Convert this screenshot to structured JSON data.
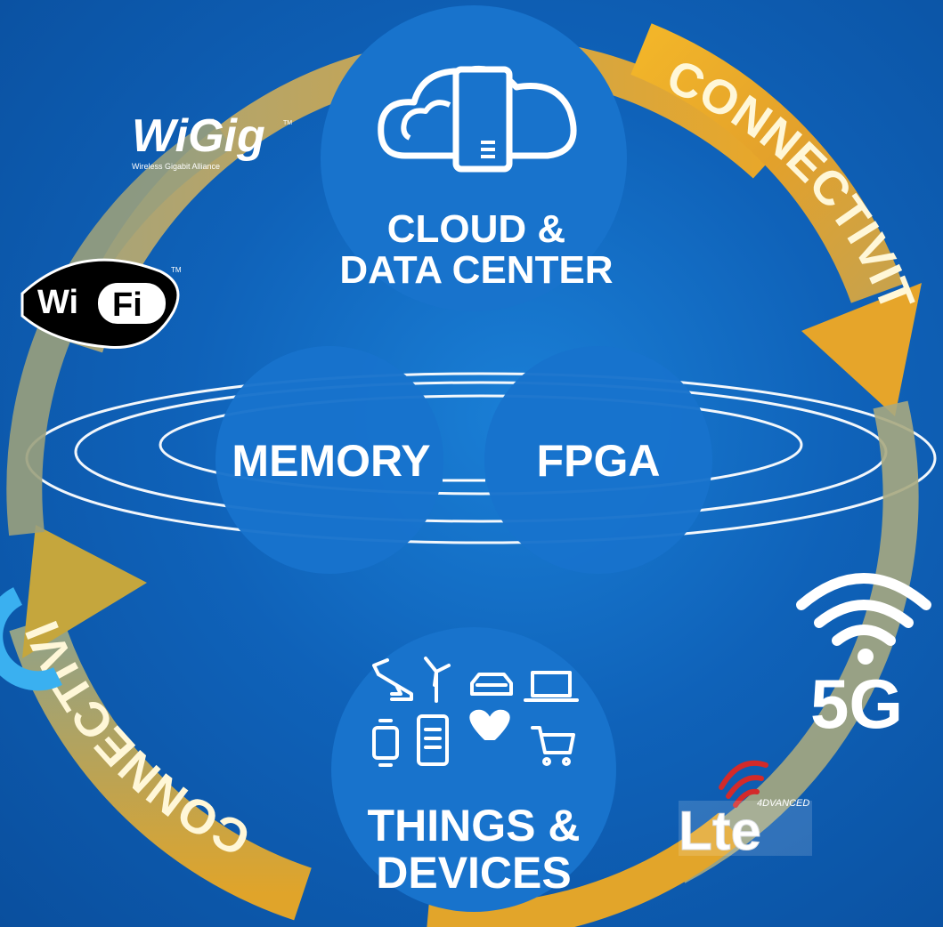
{
  "hubs": {
    "cloud": {
      "line1": "CLOUD &",
      "line2": "DATA CENTER",
      "icon": "cloud-server-icon"
    },
    "memory": {
      "label": "MEMORY"
    },
    "fpga": {
      "label": "FPGA"
    },
    "things": {
      "line1": "THINGS &",
      "line2": "DEVICES",
      "icons": [
        "robot-arm-icon",
        "wind-turbine-icon",
        "car-icon",
        "laptop-icon",
        "smartwatch-icon",
        "tablet-icon",
        "heart-pulse-icon",
        "shopping-cart-icon"
      ]
    }
  },
  "arrows": {
    "right_label": "CONNECTIVITY",
    "left_label": "CONNECTIVITY"
  },
  "logos": {
    "wigig": {
      "text": "WiGig",
      "tagline": "Wireless Gigabit Alliance",
      "tm": "TM"
    },
    "wifi": {
      "left": "Wi",
      "right": "Fi",
      "tm": "TM"
    },
    "fiveg": {
      "label": "5G"
    },
    "lte": {
      "label": "Lte",
      "sup": "4DVANCED"
    }
  },
  "colors": {
    "background": "#0f62b9",
    "circle": "#1873cc",
    "arrow_gold": "#e2a52a",
    "arrow_fade": "#9aa07c",
    "text": "#ffffff"
  }
}
